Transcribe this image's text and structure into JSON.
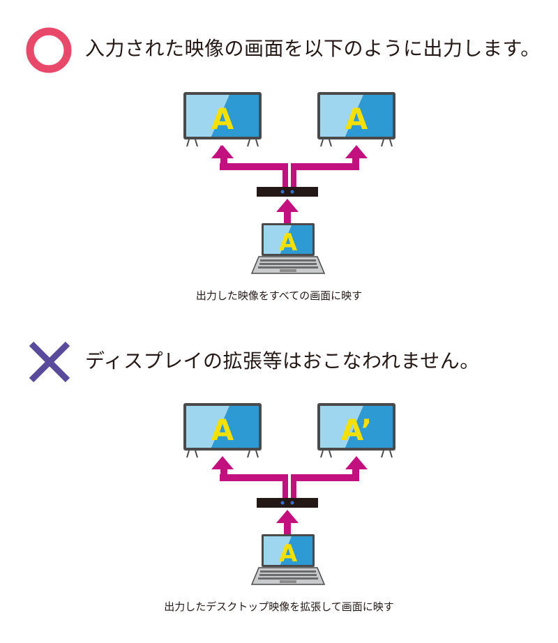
{
  "sections": [
    {
      "id": "ok",
      "mark": "circle-mark-icon",
      "mark_color": "#e8496a",
      "heading": "入力された映像の画面を以下のように出力します。",
      "screens": {
        "left": "A",
        "right": "A",
        "laptop": "A"
      },
      "caption": "出力した映像をすべての画面に映す"
    },
    {
      "id": "ng",
      "mark": "cross-mark-icon",
      "mark_color": "#5a4a9c",
      "heading": "ディスプレイの拡張等はおこなわれません。",
      "screens": {
        "left": "A",
        "right": "A’",
        "laptop": "A"
      },
      "caption": "出力したデスクトップ映像を拡張して画面に映す"
    }
  ],
  "colors": {
    "arrow": "#c2117e",
    "screen_light": "#9dd6ee",
    "screen_dark": "#2e9ad4",
    "bezel": "#4a4a4a",
    "letter": "#f5e000",
    "splitter": "#231815",
    "led": "#3a6fd8"
  }
}
